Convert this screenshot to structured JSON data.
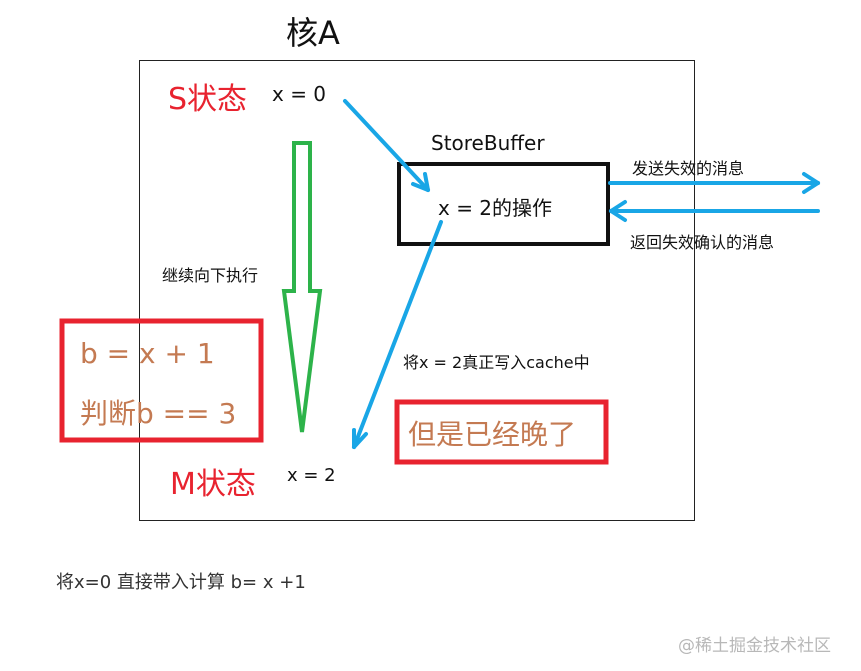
{
  "diagram": {
    "title": "核A",
    "state_s": {
      "label": "S状态",
      "value": "x = 0"
    },
    "state_m": {
      "label": "M状态",
      "value": "x = 2"
    },
    "store_buffer": {
      "title": "StoreBuffer",
      "content": "x = 2的操作"
    },
    "messages": {
      "send_invalidate": "发送失效的消息",
      "ack_invalidate": "返回失效确认的消息"
    },
    "continue_label": "继续向下执行",
    "write_cache_label": "将x = 2真正写入cache中",
    "calc_box": {
      "line1": "b = x + 1",
      "line2": "判断b == 3"
    },
    "too_late": "但是已经晚了",
    "colors": {
      "red": "#e8232f",
      "blue": "#19a6e6",
      "green": "#2db34a",
      "orange_text": "#c47a52",
      "black": "#111111"
    }
  },
  "caption": "将x=0 直接带入计算 b= x +1",
  "watermark": "@稀土掘金技术社区"
}
